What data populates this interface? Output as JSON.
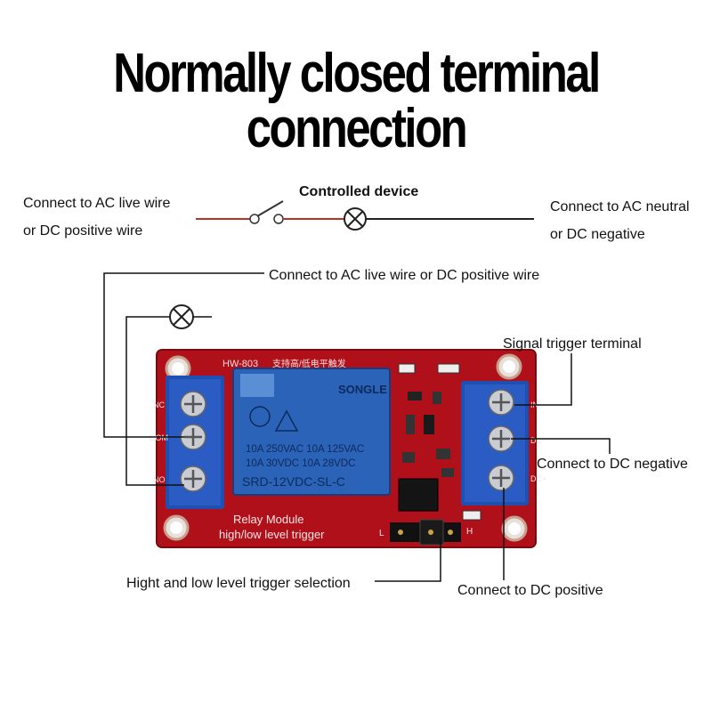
{
  "title": "Normally closed terminal connection",
  "labels": {
    "ac_live_top_1": "Connect to AC live  wire",
    "ac_live_top_2": "or DC positive wire",
    "controlled_device": "Controlled device",
    "ac_neutral_1": "Connect to AC neutral",
    "ac_neutral_2": "or DC negative",
    "ac_live_long": "Connect to AC live  wire or DC positive wire",
    "signal_trigger": "Signal trigger terminal",
    "dc_negative": "Connect to DC negative",
    "trigger_selection": "Hight and low level trigger selection",
    "dc_positive": "Connect to DC positive"
  },
  "board": {
    "model": "HW-803",
    "chinese_note": "支持高/低电平触发",
    "relay_brand": "SONGLE",
    "relay_spec_1": "10A 250VAC  10A 125VAC",
    "relay_spec_2": "10A  30VDC  10A  28VDC",
    "relay_model": "SRD-12VDC-SL-C",
    "silk_1": "Relay    Module",
    "silk_2": "high/low  level  trigger",
    "mark_nc": "NC",
    "mark_com": "COM",
    "mark_no": "NO",
    "mark_l": "L",
    "mark_h": "H",
    "mark_dc_plus": "DC+",
    "mark_dc_minus": "DC-",
    "mark_in": "IN"
  },
  "colors": {
    "board": "#b0101a",
    "terminal": "#1f4fb0",
    "relay": "#2a63b8",
    "wire_red": "#c0302a"
  }
}
